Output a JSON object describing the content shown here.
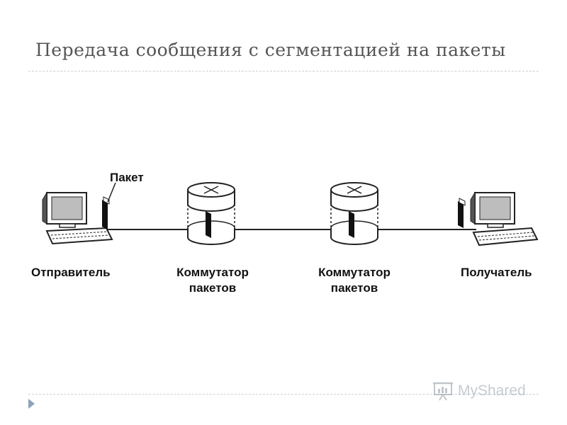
{
  "slide": {
    "title": "Передача сообщения с сегментацией на пакеты"
  },
  "diagram": {
    "packet_label": "Пакет",
    "nodes": [
      {
        "role": "sender",
        "label": "Отправитель"
      },
      {
        "role": "switch",
        "label_line1": "Коммутатор",
        "label_line2": "пакетов"
      },
      {
        "role": "switch",
        "label_line1": "Коммутатор",
        "label_line2": "пакетов"
      },
      {
        "role": "receiver",
        "label": "Получатель"
      }
    ]
  },
  "watermark": {
    "text": "MyShared",
    "icon": "presentation-board-icon"
  },
  "navigation": {
    "icon": "next-slide-arrow-icon"
  }
}
